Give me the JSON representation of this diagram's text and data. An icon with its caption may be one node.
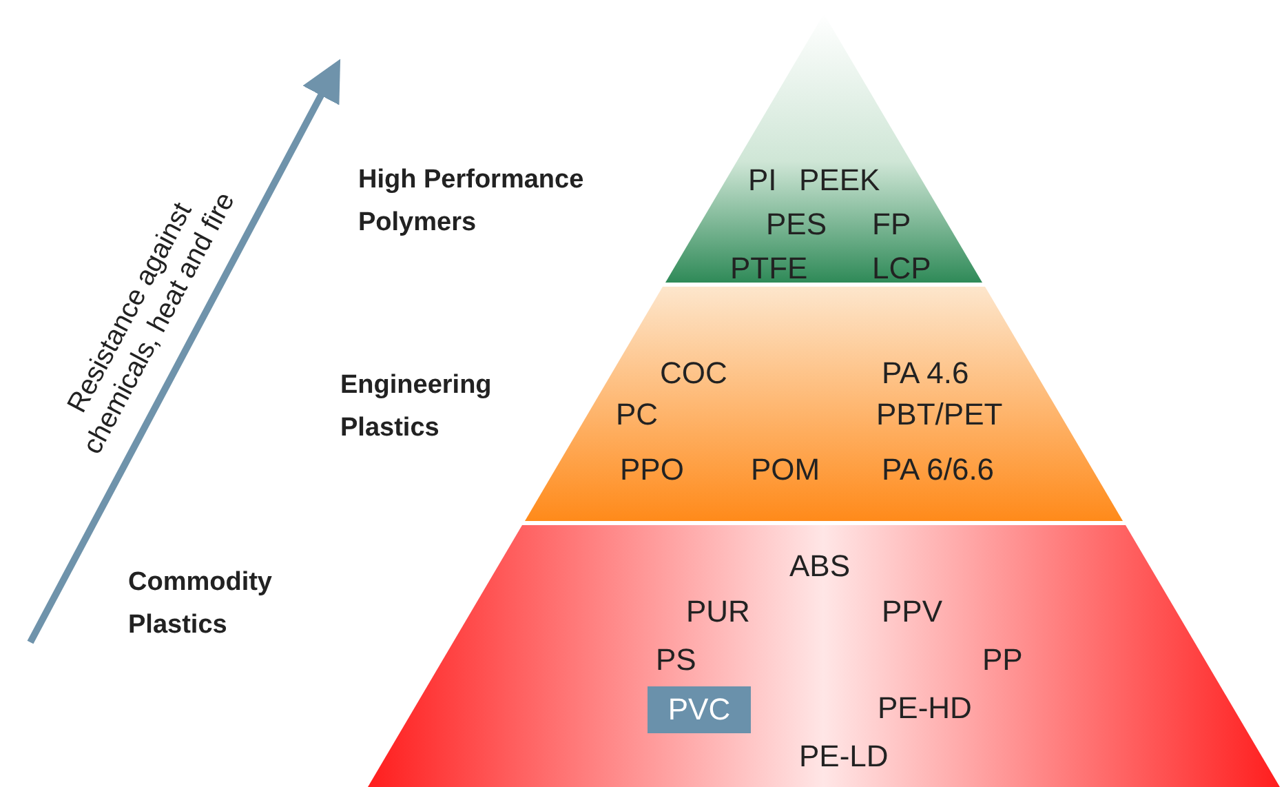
{
  "diagram": {
    "nodes": [
      {
        "text": [
          "PI",
          "PEEK",
          "PES",
          "FP",
          "PTFE",
          "LCP"
        ],
        "beside": [
          "High Performance Polymers"
        ]
      },
      {
        "text": [
          "COC",
          "PA 4.6",
          "PC",
          "PBT/PET",
          "PPO",
          "POM",
          "PA 6/6.6"
        ],
        "beside": [
          "Engineering Plastics"
        ]
      },
      {
        "text": [
          "ABS",
          "PUR",
          "PPV",
          "PS",
          "PP",
          "PE-HD",
          "PE-LD"
        ],
        "beside": [
          "Commodity Plastics"
        ]
      },
      {
        "text": [
          "PVC"
        ],
        "in": 2
      }
    ],
    "labels": [
      "Resistance against chemicals, heat and fire"
    ]
  }
}
